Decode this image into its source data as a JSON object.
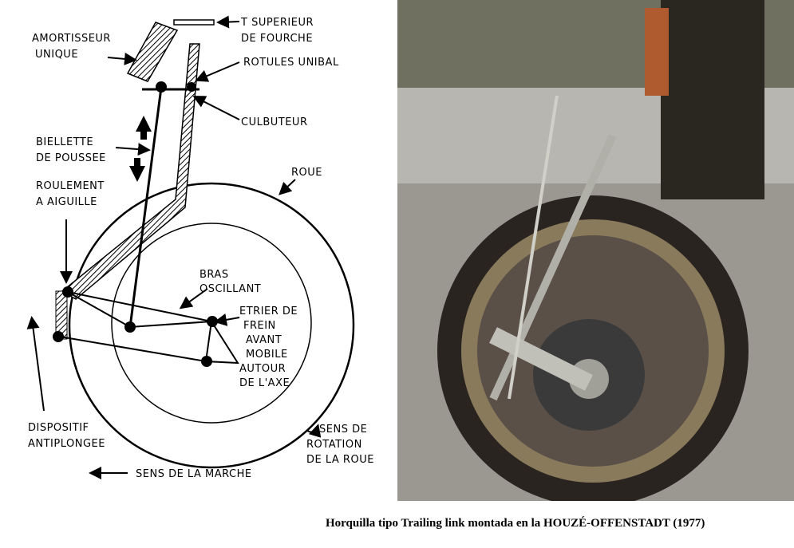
{
  "diagram": {
    "labels": {
      "t_superieur": [
        "T SUPERIEUR",
        "DE FOURCHE"
      ],
      "amortisseur": [
        "AMORTISSEUR",
        "UNIQUE"
      ],
      "rotules": [
        "ROTULES UNIBAL"
      ],
      "culbuteur": [
        "CULBUTEUR"
      ],
      "biellette": [
        "BIELLETTE",
        "DE POUSSEE"
      ],
      "roue": [
        "ROUE"
      ],
      "roulement": [
        "ROULEMENT",
        "A AIGUILLE"
      ],
      "bras": [
        "BRAS",
        "OSCILLANT"
      ],
      "etrier": [
        "ETRIER DE",
        "FREIN",
        "AVANT",
        "MOBILE",
        "AUTOUR",
        "DE L'AXE"
      ],
      "dispositif": [
        "DISPOSITIF",
        "ANTIPLONGEE"
      ],
      "rotation": [
        "SENS DE",
        "ROTATION",
        "DE LA ROUE"
      ],
      "marche": [
        "SENS DE LA MARCHE"
      ]
    }
  },
  "caption": "Horquilla tipo Trailing link montada en la HOUZÉ-OFFENSTADT (1977)"
}
